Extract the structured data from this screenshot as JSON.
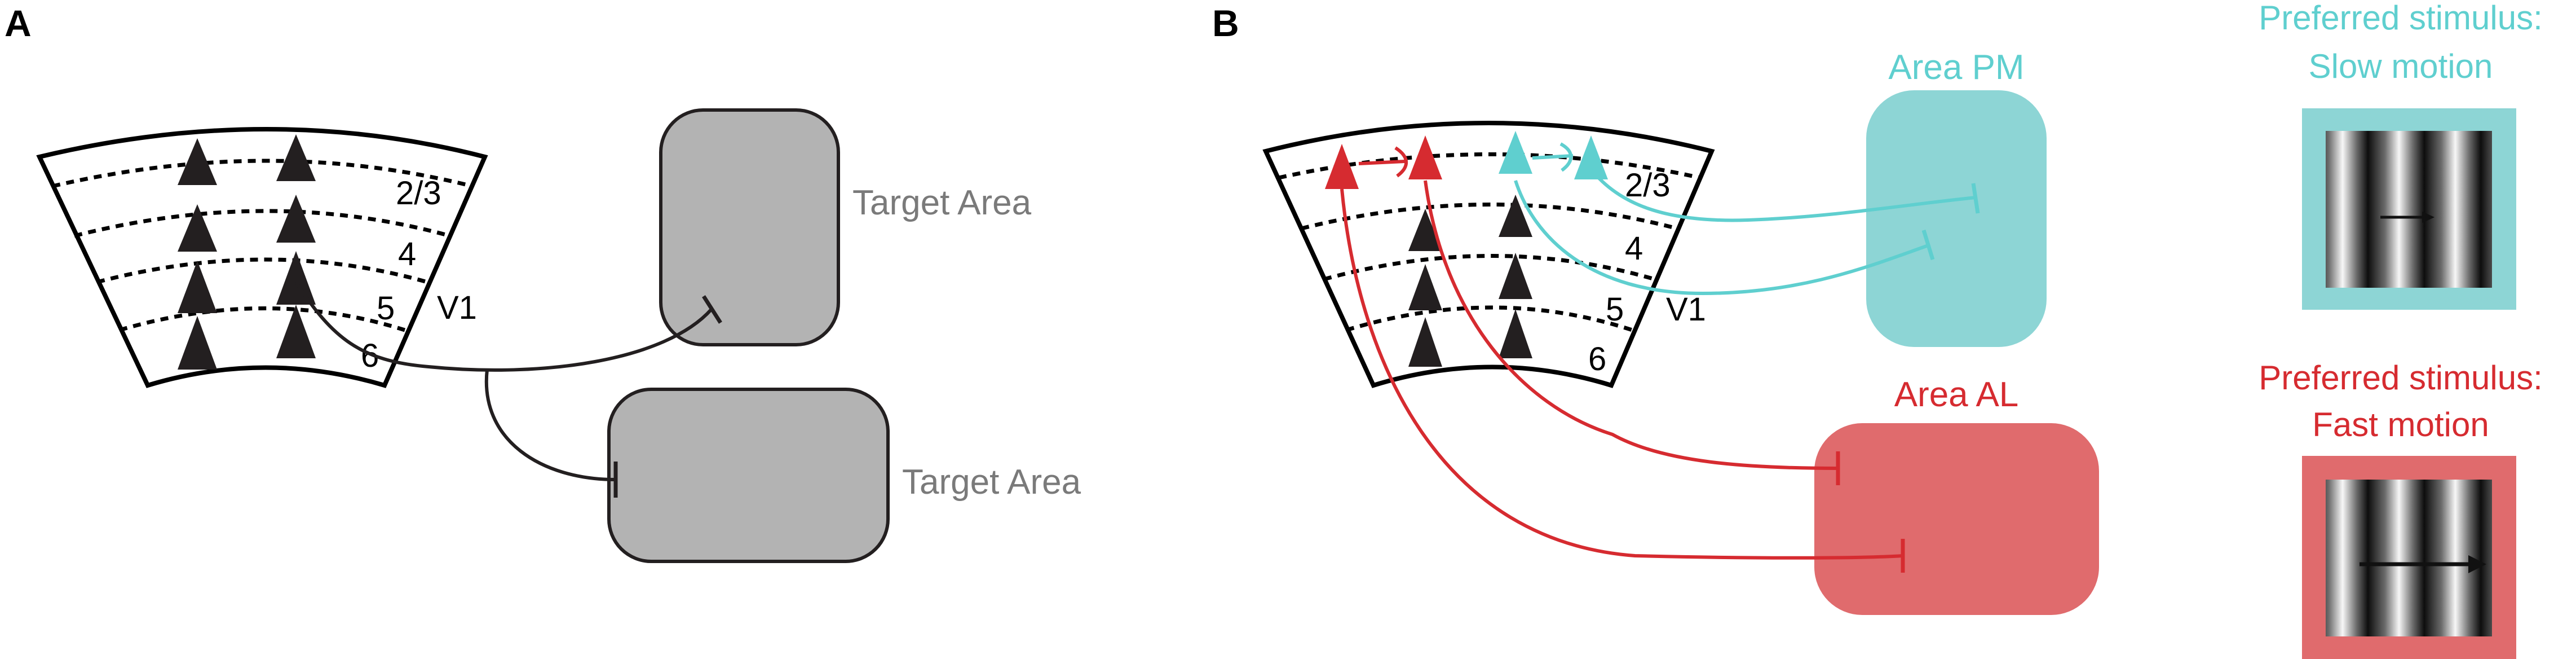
{
  "panel_a": {
    "label": "A",
    "layers": [
      "2/3",
      "4",
      "5",
      "6"
    ],
    "region_label": "V1",
    "targets": [
      "Target Area",
      "Target Area"
    ]
  },
  "panel_b": {
    "label": "B",
    "layers": [
      "2/3",
      "4",
      "5",
      "6"
    ],
    "region_label": "V1",
    "area_pm": "Area PM",
    "area_al": "Area AL",
    "stim_slow": [
      "Preferred stimulus:",
      "Slow motion"
    ],
    "stim_fast": [
      "Preferred stimulus:",
      "Fast motion"
    ]
  },
  "colors": {
    "neuron": "#231f20",
    "target_gray": "#b3b3b3",
    "pm_teal": "#5fcfcf",
    "pm_fill": "#8dd5d5",
    "al_red": "#d62b30",
    "al_fill": "#e06b6d"
  },
  "icons": [
    "pyramidal-neuron-icon",
    "axon-terminal-icon",
    "motion-arrow-icon",
    "drifting-grating-icon"
  ]
}
